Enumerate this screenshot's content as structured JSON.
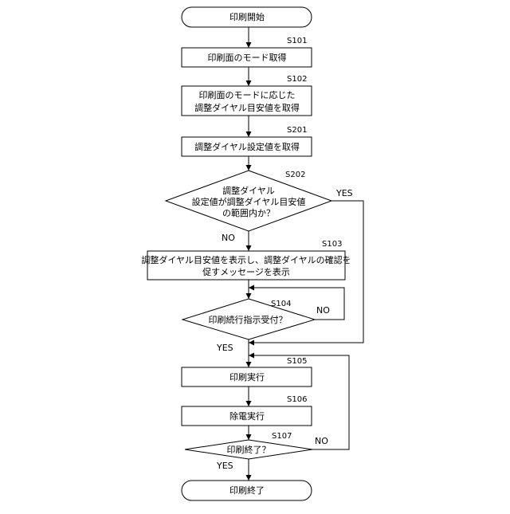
{
  "nodes": {
    "start": {
      "lines": [
        "印刷開始"
      ]
    },
    "s101": {
      "step": "S101",
      "lines": [
        "印刷面のモード取得"
      ]
    },
    "s102": {
      "step": "S102",
      "lines": [
        "印刷面のモードに応じた",
        "調整ダイヤル目安値を取得"
      ]
    },
    "s201": {
      "step": "S201",
      "lines": [
        "調整ダイヤル設定値を取得"
      ]
    },
    "s202": {
      "step": "S202",
      "lines": [
        "調整ダイヤル",
        "設定値が調整ダイヤル目安値",
        "の範囲内か？"
      ],
      "yes": "YES",
      "no": "NO"
    },
    "s103": {
      "step": "S103",
      "lines": [
        "調整ダイヤル目安値を表示し、調整ダイヤルの確認を",
        "促すメッセージを表示"
      ]
    },
    "s104": {
      "step": "S104",
      "lines": [
        "印刷続行指示受付？"
      ],
      "yes": "YES",
      "no": "NO"
    },
    "s105": {
      "step": "S105",
      "lines": [
        "印刷実行"
      ]
    },
    "s106": {
      "step": "S106",
      "lines": [
        "除電実行"
      ]
    },
    "s107": {
      "step": "S107",
      "lines": [
        "印刷終了？"
      ],
      "yes": "YES",
      "no": "NO"
    },
    "end": {
      "lines": [
        "印刷終了"
      ]
    }
  }
}
